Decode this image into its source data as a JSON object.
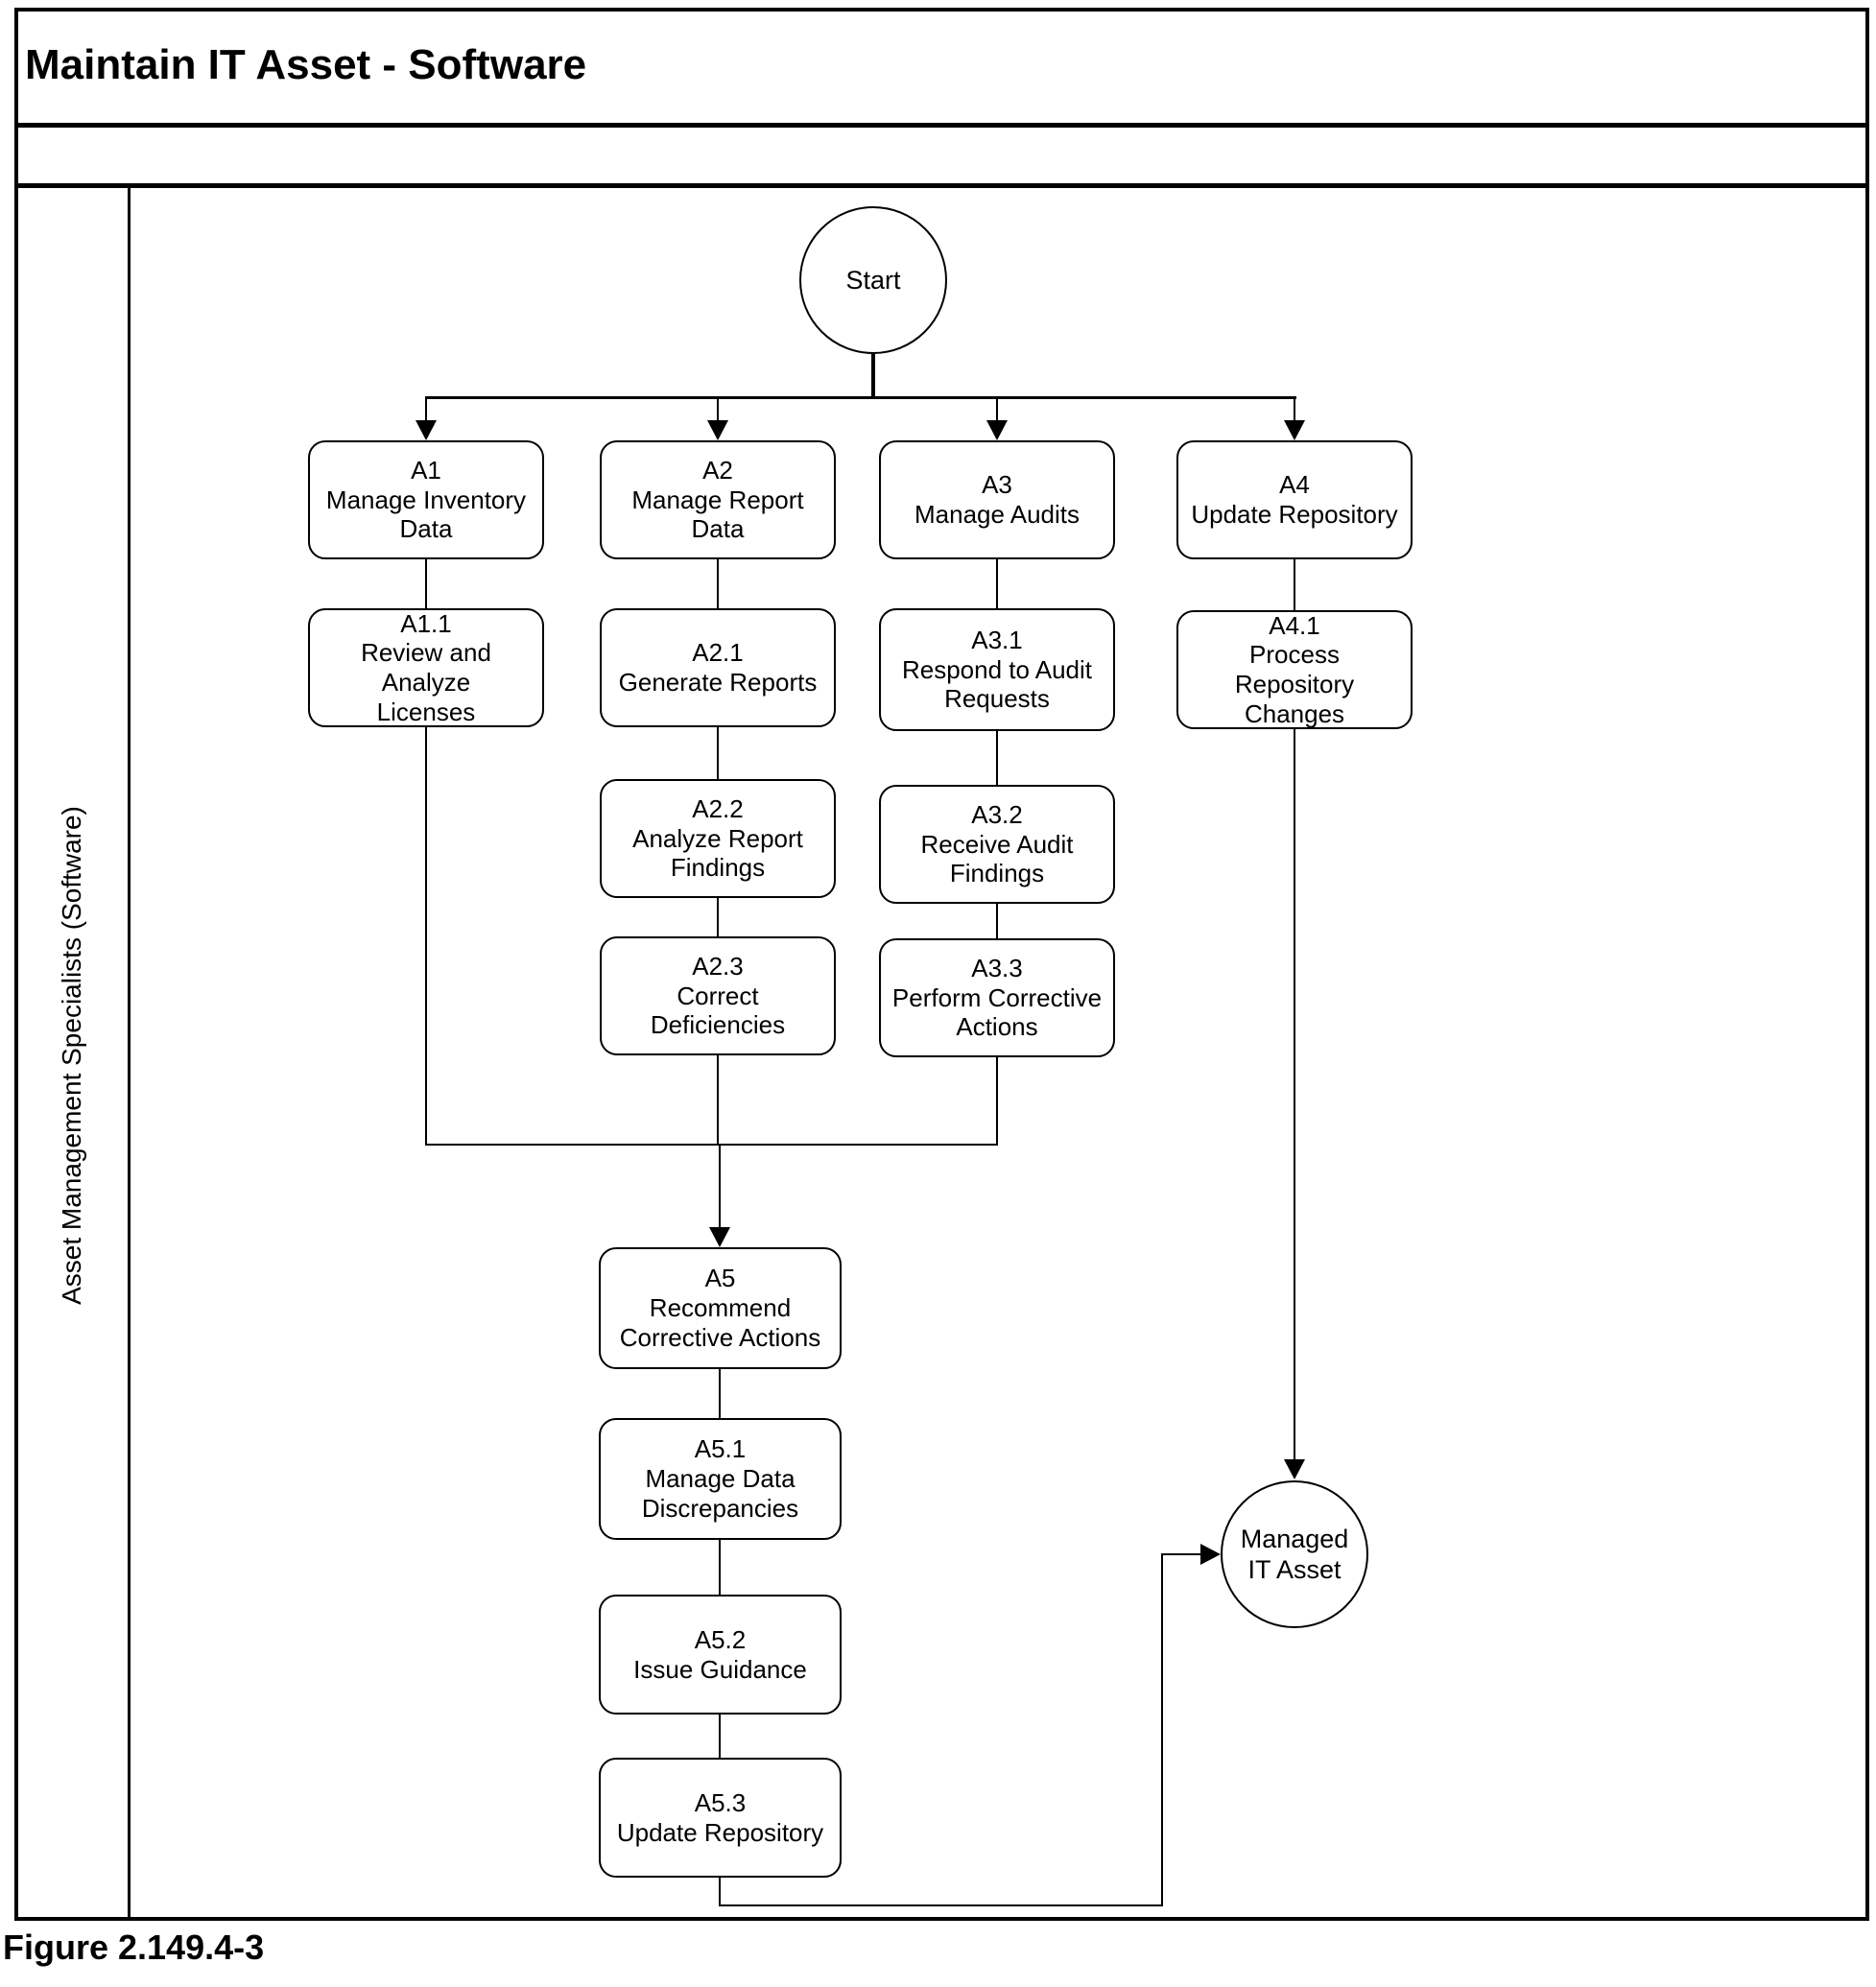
{
  "title": "Maintain IT Asset - Software",
  "caption": "Figure 2.149.4-3",
  "lane": {
    "label": "Asset Management Specialists (Software)"
  },
  "colors": {
    "line": "#000000",
    "background": "#ffffff"
  },
  "nodes": {
    "start": {
      "label": "Start"
    },
    "A1": {
      "label": "A1\nManage Inventory\nData"
    },
    "A2": {
      "label": "A2\nManage Report\nData"
    },
    "A3": {
      "label": "A3\nManage Audits"
    },
    "A4": {
      "label": "A4\nUpdate Repository"
    },
    "A11": {
      "label": "A1.1\nReview and\nAnalyze\nLicenses"
    },
    "A21": {
      "label": "A2.1\nGenerate Reports"
    },
    "A31": {
      "label": "A3.1\nRespond to Audit\nRequests"
    },
    "A41": {
      "label": "A4.1\nProcess\nRepository\nChanges"
    },
    "A22": {
      "label": "A2.2\nAnalyze Report\nFindings"
    },
    "A32": {
      "label": "A3.2\nReceive Audit\nFindings"
    },
    "A23": {
      "label": "A2.3\nCorrect\nDeficiencies"
    },
    "A33": {
      "label": "A3.3\nPerform Corrective\nActions"
    },
    "A5": {
      "label": "A5\nRecommend\nCorrective Actions"
    },
    "A51": {
      "label": "A5.1\nManage Data\nDiscrepancies"
    },
    "A52": {
      "label": "A5.2\nIssue Guidance"
    },
    "A53": {
      "label": "A5.3\nUpdate Repository"
    },
    "end": {
      "label": "Managed\nIT Asset"
    }
  },
  "edges": [
    {
      "from": "Start",
      "to": "A1"
    },
    {
      "from": "Start",
      "to": "A2"
    },
    {
      "from": "Start",
      "to": "A3"
    },
    {
      "from": "Start",
      "to": "A4"
    },
    {
      "from": "A1",
      "to": "A1.1"
    },
    {
      "from": "A2",
      "to": "A2.1"
    },
    {
      "from": "A2.1",
      "to": "A2.2"
    },
    {
      "from": "A2.2",
      "to": "A2.3"
    },
    {
      "from": "A3",
      "to": "A3.1"
    },
    {
      "from": "A3.1",
      "to": "A3.2"
    },
    {
      "from": "A3.2",
      "to": "A3.3"
    },
    {
      "from": "A4",
      "to": "A4.1"
    },
    {
      "from": "A1.1",
      "to": "A5"
    },
    {
      "from": "A2.3",
      "to": "A5"
    },
    {
      "from": "A3.3",
      "to": "A5"
    },
    {
      "from": "A5",
      "to": "A5.1"
    },
    {
      "from": "A5.1",
      "to": "A5.2"
    },
    {
      "from": "A5.2",
      "to": "A5.3"
    },
    {
      "from": "A5.3",
      "to": "Managed IT Asset"
    },
    {
      "from": "A4.1",
      "to": "Managed IT Asset"
    }
  ]
}
